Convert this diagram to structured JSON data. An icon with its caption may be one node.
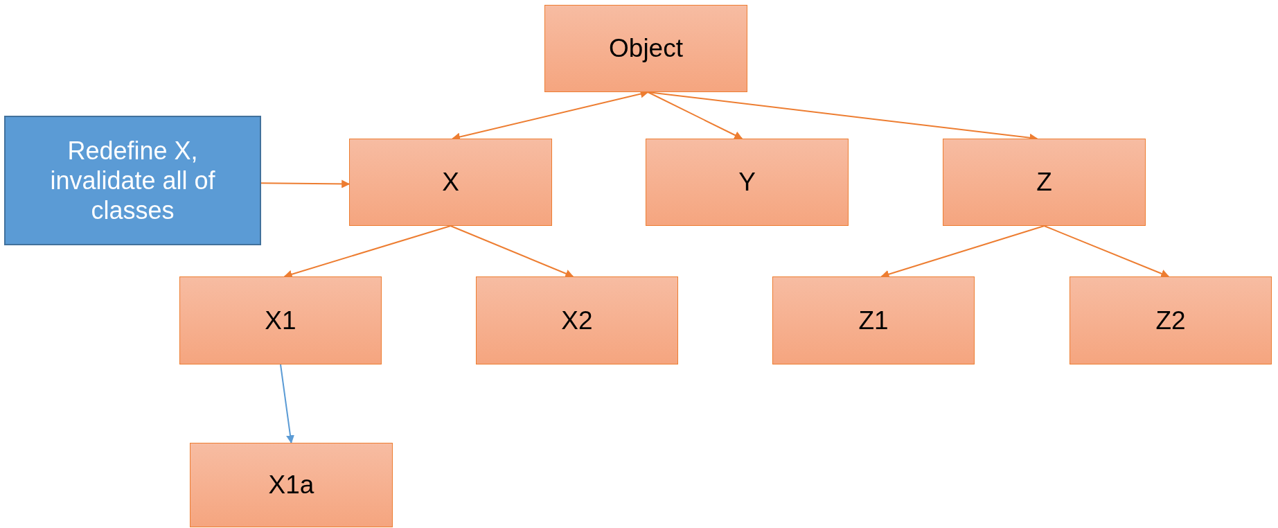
{
  "diagram": {
    "nodes": [
      {
        "text": [
          "Object"
        ]
      },
      {
        "text": [
          "Redefine X, invalidate all of classes"
        ]
      },
      {
        "text": [
          "X"
        ]
      },
      {
        "text": [
          "Y"
        ]
      },
      {
        "text": [
          "Z"
        ]
      },
      {
        "text": [
          "X1"
        ]
      },
      {
        "text": [
          "X2"
        ]
      },
      {
        "text": [
          "Z1"
        ]
      },
      {
        "text": [
          "Z2"
        ]
      },
      {
        "text": [
          "X1a"
        ]
      }
    ],
    "edges": [
      {
        "from": 0,
        "to": 2,
        "arrow": "both"
      },
      {
        "from": 0,
        "to": 3,
        "arrow": "to"
      },
      {
        "from": 0,
        "to": 4,
        "arrow": "to"
      },
      {
        "from": 1,
        "to": 2,
        "arrow": "to"
      },
      {
        "from": 2,
        "to": 5,
        "arrow": "to"
      },
      {
        "from": 2,
        "to": 6,
        "arrow": "to"
      },
      {
        "from": 4,
        "to": 7,
        "arrow": "to"
      },
      {
        "from": 4,
        "to": 8,
        "arrow": "to"
      },
      {
        "from": 5,
        "to": 9,
        "arrow": "to",
        "color": "#5b9bd5"
      }
    ]
  }
}
